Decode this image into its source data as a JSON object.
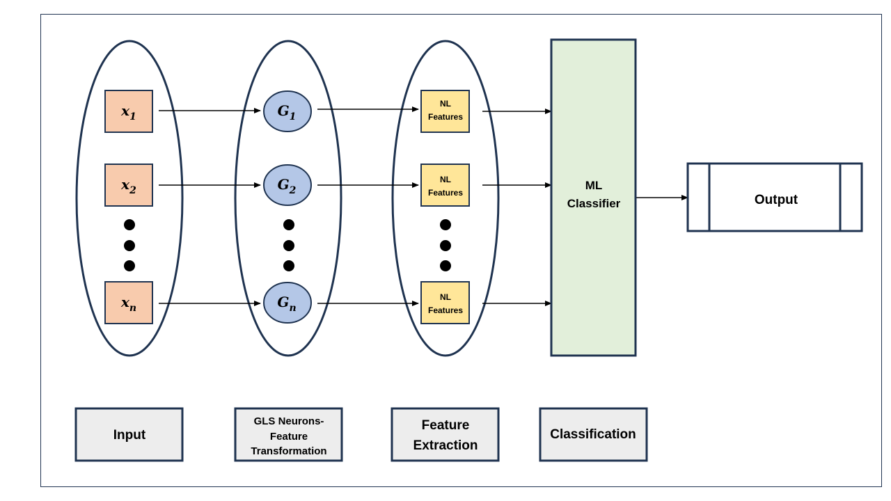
{
  "inputs": [
    {
      "base": "x",
      "sub": "1"
    },
    {
      "base": "x",
      "sub": "2"
    },
    {
      "base": "x",
      "sub": "n"
    }
  ],
  "neurons": [
    {
      "base": "G",
      "sub": "1"
    },
    {
      "base": "G",
      "sub": "2"
    },
    {
      "base": "G",
      "sub": "n"
    }
  ],
  "features": [
    {
      "line1": "NL",
      "line2": "Features"
    },
    {
      "line1": "NL",
      "line2": "Features"
    },
    {
      "line1": "NL",
      "line2": "Features"
    }
  ],
  "classifier": {
    "line1": "ML",
    "line2": "Classifier"
  },
  "output": {
    "label": "Output"
  },
  "stage_labels": {
    "input": "Input",
    "gls_line1": "GLS Neurons-",
    "gls_line2": "Feature",
    "gls_line3": "Transformation",
    "feat_line1": "Feature",
    "feat_line2": "Extraction",
    "classification": "Classification"
  },
  "colors": {
    "stroke": "#1f3350",
    "input_box": "#f8cbad",
    "neuron": "#b4c7e7",
    "feature_box": "#ffe699",
    "classifier": "#e2efda",
    "label_box": "#ededed"
  }
}
